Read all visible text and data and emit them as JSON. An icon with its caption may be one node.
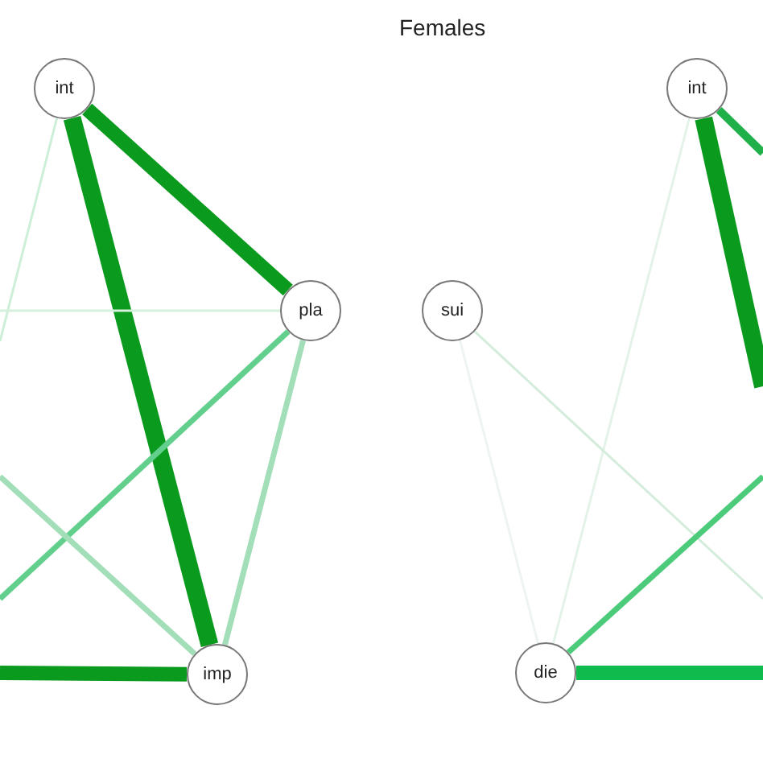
{
  "diagram": {
    "title": "Females",
    "nodes": [
      {
        "text": [
          "int"
        ]
      },
      {
        "text": [
          "pla"
        ]
      },
      {
        "text": [
          "imp"
        ]
      },
      {
        "text": [
          "int"
        ]
      },
      {
        "text": [
          "sui"
        ]
      },
      {
        "text": [
          "die"
        ]
      }
    ],
    "edges": [
      {
        "from": 0,
        "to": 1,
        "arrow": "none",
        "style": "thick",
        "color": "#0a9a1e"
      },
      {
        "from": 0,
        "to": 2,
        "arrow": "none",
        "style": "thick",
        "color": "#0a9a1e"
      },
      {
        "from": 0,
        "to": null,
        "arrow": "none",
        "color": "#cdeed7"
      },
      {
        "from": null,
        "to": 1,
        "arrow": "none",
        "color": "#d6f0de"
      },
      {
        "from": null,
        "to": 1,
        "arrow": "none",
        "color": "#62d08c"
      },
      {
        "from": null,
        "to": 2,
        "arrow": "none",
        "color": "#a2dfb8"
      },
      {
        "from": null,
        "to": 2,
        "arrow": "none",
        "style": "thick",
        "color": "#0a9a1e"
      },
      {
        "from": 1,
        "to": 2,
        "arrow": "none",
        "color": "#a2dfb8"
      },
      {
        "from": 3,
        "to": null,
        "arrow": "none",
        "style": "thick",
        "color": "#0a9a1e"
      },
      {
        "from": 3,
        "to": null,
        "arrow": "none",
        "color": "#1fb04a"
      },
      {
        "from": 3,
        "to": 5,
        "arrow": "none",
        "color": "#e4f3e9"
      },
      {
        "from": 4,
        "to": 5,
        "arrow": "none",
        "color": "#eef4ef"
      },
      {
        "from": 4,
        "to": null,
        "arrow": "none",
        "color": "#d4ecdc"
      },
      {
        "from": 5,
        "to": null,
        "arrow": "none",
        "color": "#4ccb7a"
      },
      {
        "from": 5,
        "to": null,
        "arrow": "none",
        "style": "thick",
        "color": "#10bb4e"
      }
    ]
  }
}
